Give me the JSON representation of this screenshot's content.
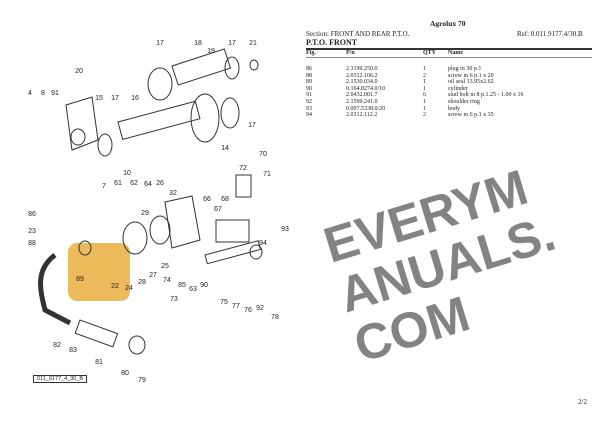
{
  "header": {
    "title": "Agrolux 70",
    "section": "Section: FRONT AND REAR P.T.O.",
    "ref": "Ref: 0.011.9177.4/30.B",
    "subtitle": "P.T.O. FRONT"
  },
  "table": {
    "columns": [
      "Fig.",
      "P/n",
      "QTY",
      "Name"
    ],
    "rows": [
      [
        "86",
        "2.3199.250.0",
        "1",
        "plug m 30 p.1"
      ],
      [
        "88",
        "2.0312.106.2",
        "2",
        "screw m 6 p.1 x 20"
      ],
      [
        "89",
        "2.1530.034.0",
        "1",
        "oil seal 13.95x2.62"
      ],
      [
        "90",
        "0.164.8274.0/10",
        "1",
        "cylinder"
      ],
      [
        "91",
        "2.0432.001.7",
        "6",
        "stud bolt m 8 p.1.25 - 1.00 x 16"
      ],
      [
        "92",
        "2.1599.241.0",
        "1",
        "shoulder ring"
      ],
      [
        "93",
        "0.007.5338.0/20",
        "1",
        "body"
      ],
      [
        "94",
        "2.0312.112.2",
        "2",
        "screw m 6 p.1 x 35"
      ]
    ]
  },
  "diagram": {
    "figure_code": "011_9177_4_30_B",
    "callouts": [
      "17",
      "18",
      "19",
      "17",
      "21",
      "20",
      "4",
      "8",
      "91",
      "15",
      "17",
      "16",
      "17",
      "14",
      "70",
      "72",
      "71",
      "7",
      "10",
      "61",
      "62",
      "64",
      "26",
      "32",
      "29",
      "86",
      "23",
      "88",
      "66",
      "68",
      "67",
      "93",
      "94",
      "89",
      "22",
      "24",
      "28",
      "27",
      "25",
      "74",
      "85",
      "63",
      "90",
      "73",
      "75",
      "77",
      "76",
      "92",
      "78",
      "82",
      "83",
      "81",
      "80",
      "79"
    ]
  },
  "watermark": {
    "text": "EVERYMANUALS.COM",
    "logo_color": "#E8AA32"
  },
  "page": "2/2"
}
